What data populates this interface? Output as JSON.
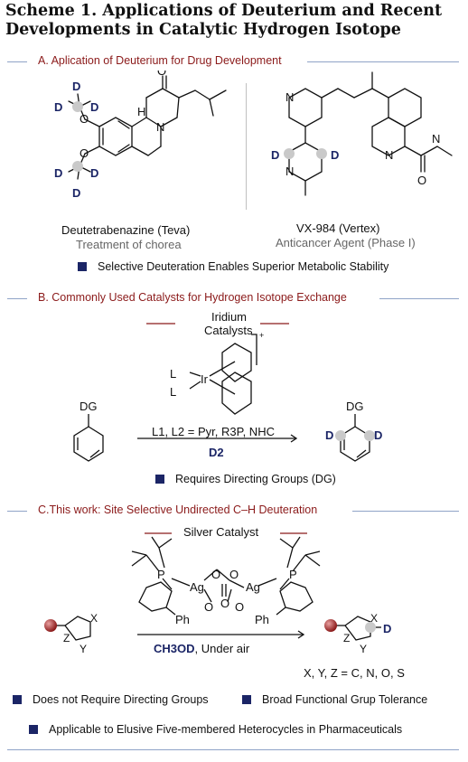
{
  "title_line1": "Scheme 1. Applications of Deuterium and Recent",
  "title_line2": "Developments in Catalytic Hydrogen Isotope",
  "section_a": {
    "heading": "A. Aplication of Deuterium for Drug Development",
    "mol1_name": "Deutetrabenazine (Teva)",
    "mol1_use": "Treatment of chorea",
    "mol2_name": "VX-984 (Vertex)",
    "mol2_use": "Anticancer Agent (Phase I)",
    "bullet": "Selective Deuteration Enables Superior Metabolic Stability"
  },
  "section_b": {
    "heading": "B. Commonly Used Catalysts for Hydrogen Isotope Exchange",
    "catalyst_line1": "Iridium",
    "catalyst_line2": "Catalysts",
    "ligand_conditions": "L1, L2 = Pyr, R3P, NHC",
    "reagent": "D2",
    "substrate_label": "DG",
    "product_label": "DG",
    "bullet": "Requires Directing Groups (DG)"
  },
  "section_c": {
    "heading": "C.This work: Site Selective Undirected C–H Deuteration",
    "catalyst": "Silver Catalyst",
    "reagent": "CH3OD",
    "conditions": ", Under air",
    "heteroatoms": "X, Y, Z = C, N, O, S",
    "bullet1": "Does not Require Directing Groups",
    "bullet2": "Broad Functional Grup Tolerance",
    "bullet3": "Applicable to Elusive Five-membered Heterocycles in Pharmaceuticals"
  },
  "atom_labels": {
    "D": "D",
    "O": "O",
    "N": "N",
    "H": "H",
    "Ir": "Ir",
    "L1": "L",
    "L2": "L",
    "P": "P",
    "Ag": "Ag",
    "Ph": "Ph",
    "X": "X",
    "Y": "Y",
    "Z": "Z"
  },
  "colors": {
    "deuterium": "#1b2566",
    "section_heading": "#8b1a1a",
    "rule": "#8fa3c7",
    "highlight": "#c9c9c9",
    "substituent_ball": "#a0262b"
  }
}
